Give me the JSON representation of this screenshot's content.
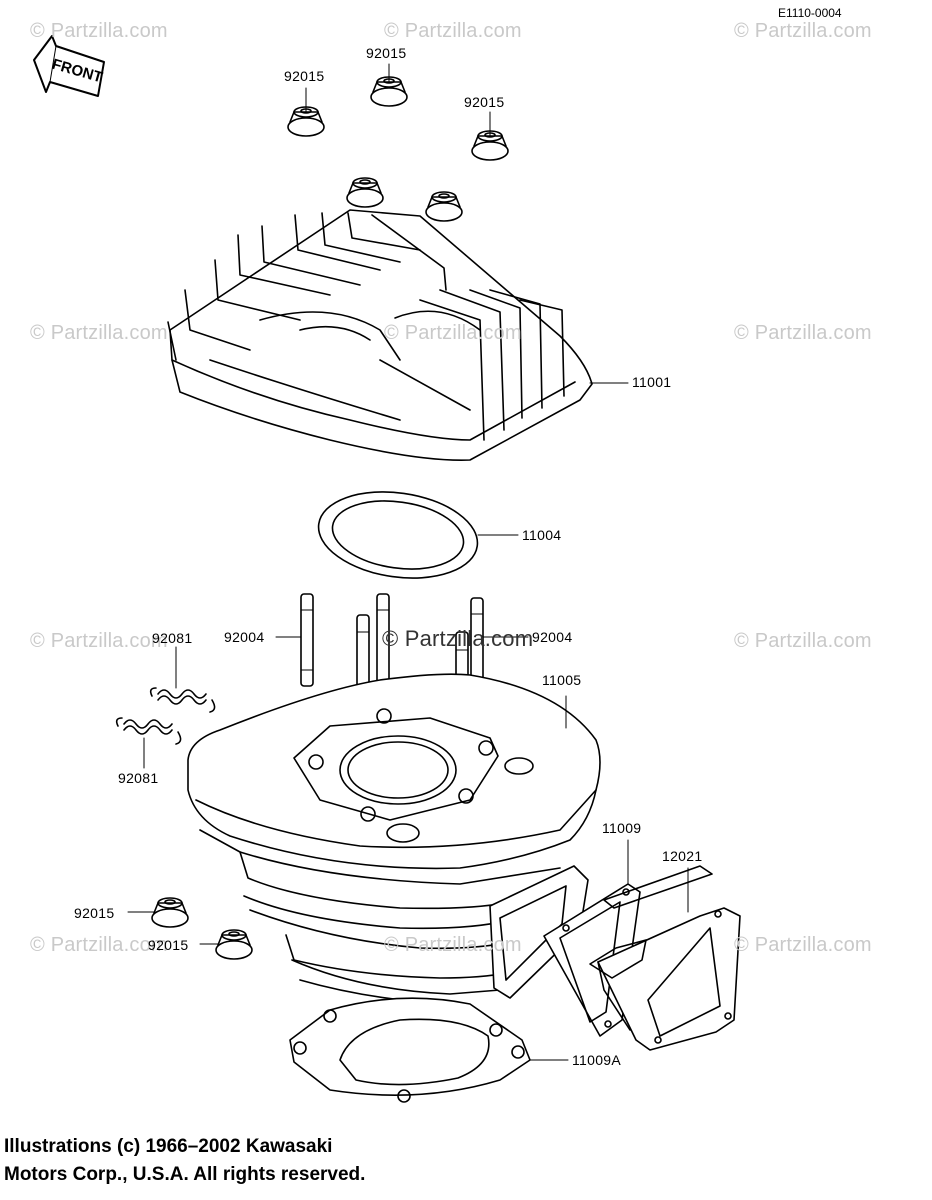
{
  "diagram": {
    "reference_code": "E1110-0004",
    "front_marker": "FRONT",
    "watermark": "© Partzilla.com",
    "watermark_center": "© Partzilla.com",
    "parts": {
      "nut_top_left": "92015",
      "nut_top_center": "92015",
      "nut_top_right": "92015",
      "cylinder_head": "11001",
      "head_gasket": "11004",
      "stud_left": "92004",
      "stud_right": "92004",
      "spring_top": "92081",
      "spring_bottom": "92081",
      "cylinder": "11005",
      "reed_gasket": "11009",
      "reed_valve": "12021",
      "nut_bottom_1": "92015",
      "nut_bottom_2": "92015",
      "base_gasket": "11009A"
    }
  },
  "footer": {
    "line1": "Illustrations (c) 1966–2002 Kawasaki",
    "line2": "Motors Corp., U.S.A.  All rights reserved."
  }
}
